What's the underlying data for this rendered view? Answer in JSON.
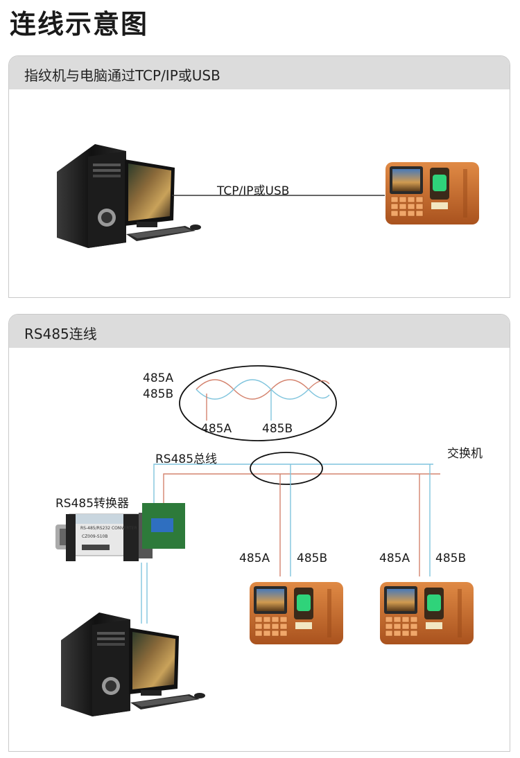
{
  "page": {
    "title": "连线示意图"
  },
  "section_tcp": {
    "header": "指纹机与电脑通过TCP/IP或USB",
    "link_label": "TCP/IP或USB"
  },
  "section_rs485": {
    "header": "RS485连线",
    "legend_a": "485A",
    "legend_b": "485B",
    "twist_label_a": "485A",
    "twist_label_b": "485B",
    "bus_label": "RS485总线",
    "switch_label": "交换机",
    "converter_label": "RS485转换器",
    "converter_text": "RS-485/RS232 CONVERTER",
    "converter_model": "CZ009-S10B",
    "device1_a": "485A",
    "device1_b": "485B",
    "device2_a": "485A",
    "device2_b": "485B"
  },
  "colors": {
    "wire_a": "#d4836e",
    "wire_b": "#7fc4dd",
    "device_body": "#c86a2c",
    "header_bg": "#dcdcdc"
  }
}
